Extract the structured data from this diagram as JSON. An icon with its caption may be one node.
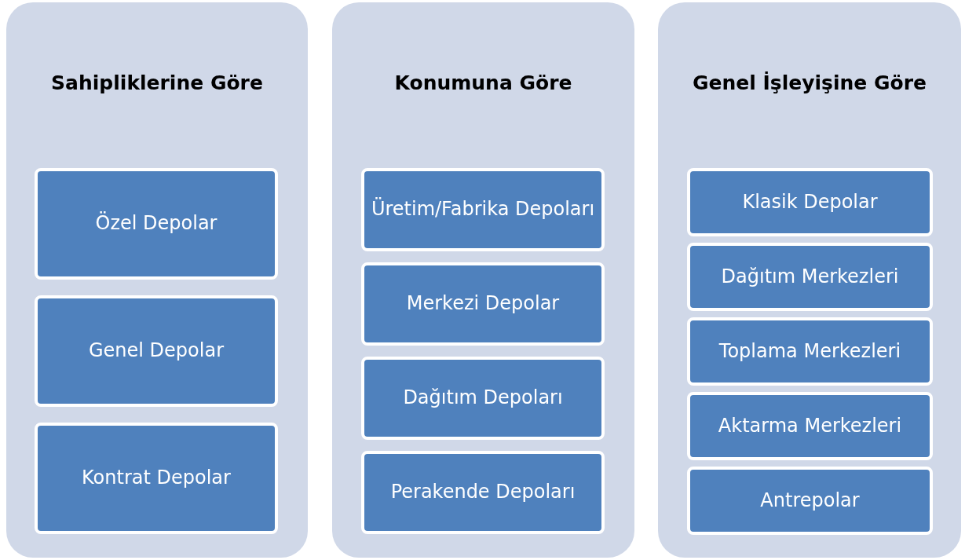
{
  "diagram": {
    "nodes": [
      {
        "text": [
          "Sahipliklerine Göre"
        ]
      },
      {
        "text": [
          "Özel Depolar"
        ],
        "in": 0
      },
      {
        "text": [
          "Genel Depolar"
        ],
        "in": 0
      },
      {
        "text": [
          "Kontrat Depolar"
        ],
        "in": 0
      },
      {
        "text": [
          "Konumuna Göre"
        ]
      },
      {
        "text": [
          "Üretim/Fabrika Depoları"
        ],
        "in": 4
      },
      {
        "text": [
          "Merkezi Depolar"
        ],
        "in": 4
      },
      {
        "text": [
          "Dağıtım Depoları"
        ],
        "in": 4
      },
      {
        "text": [
          "Perakende Depoları"
        ],
        "in": 4
      },
      {
        "text": [
          "Genel İşleyişine Göre"
        ]
      },
      {
        "text": [
          "Klasik Depolar"
        ],
        "in": 9
      },
      {
        "text": [
          "Dağıtım Merkezleri"
        ],
        "in": 9
      },
      {
        "text": [
          "Toplama Merkezleri"
        ],
        "in": 9
      },
      {
        "text": [
          "Aktarma Merkezleri"
        ],
        "in": 9
      },
      {
        "text": [
          "Antrepolar"
        ],
        "in": 9
      }
    ]
  }
}
